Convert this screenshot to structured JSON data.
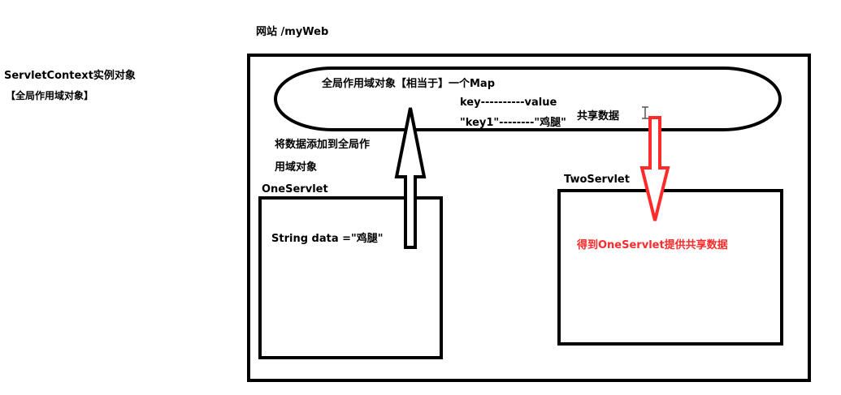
{
  "header": {
    "site_label": "网站   /myWeb"
  },
  "left_note": {
    "line1": "ServletContext实例对象",
    "line2": "【全局作用域对象】"
  },
  "map": {
    "title": "全局作用域对象【相当于】一个Map",
    "kv_header": "key----------value",
    "kv_example": "\"key1\"--------\"鸡腿\"",
    "share_label": "共享数据"
  },
  "add_label": {
    "line1": "将数据添加到全局作",
    "line2": "用域对象"
  },
  "one_servlet": {
    "name": "OneServlet",
    "code": "String data =\"鸡腿\""
  },
  "two_servlet": {
    "name": "TwoServlet",
    "text": "得到OneServlet提供共享数据"
  },
  "colors": {
    "line": "#000000",
    "highlight": "#ff2a2a"
  },
  "icons": {
    "cursor": "text-cursor-icon"
  }
}
